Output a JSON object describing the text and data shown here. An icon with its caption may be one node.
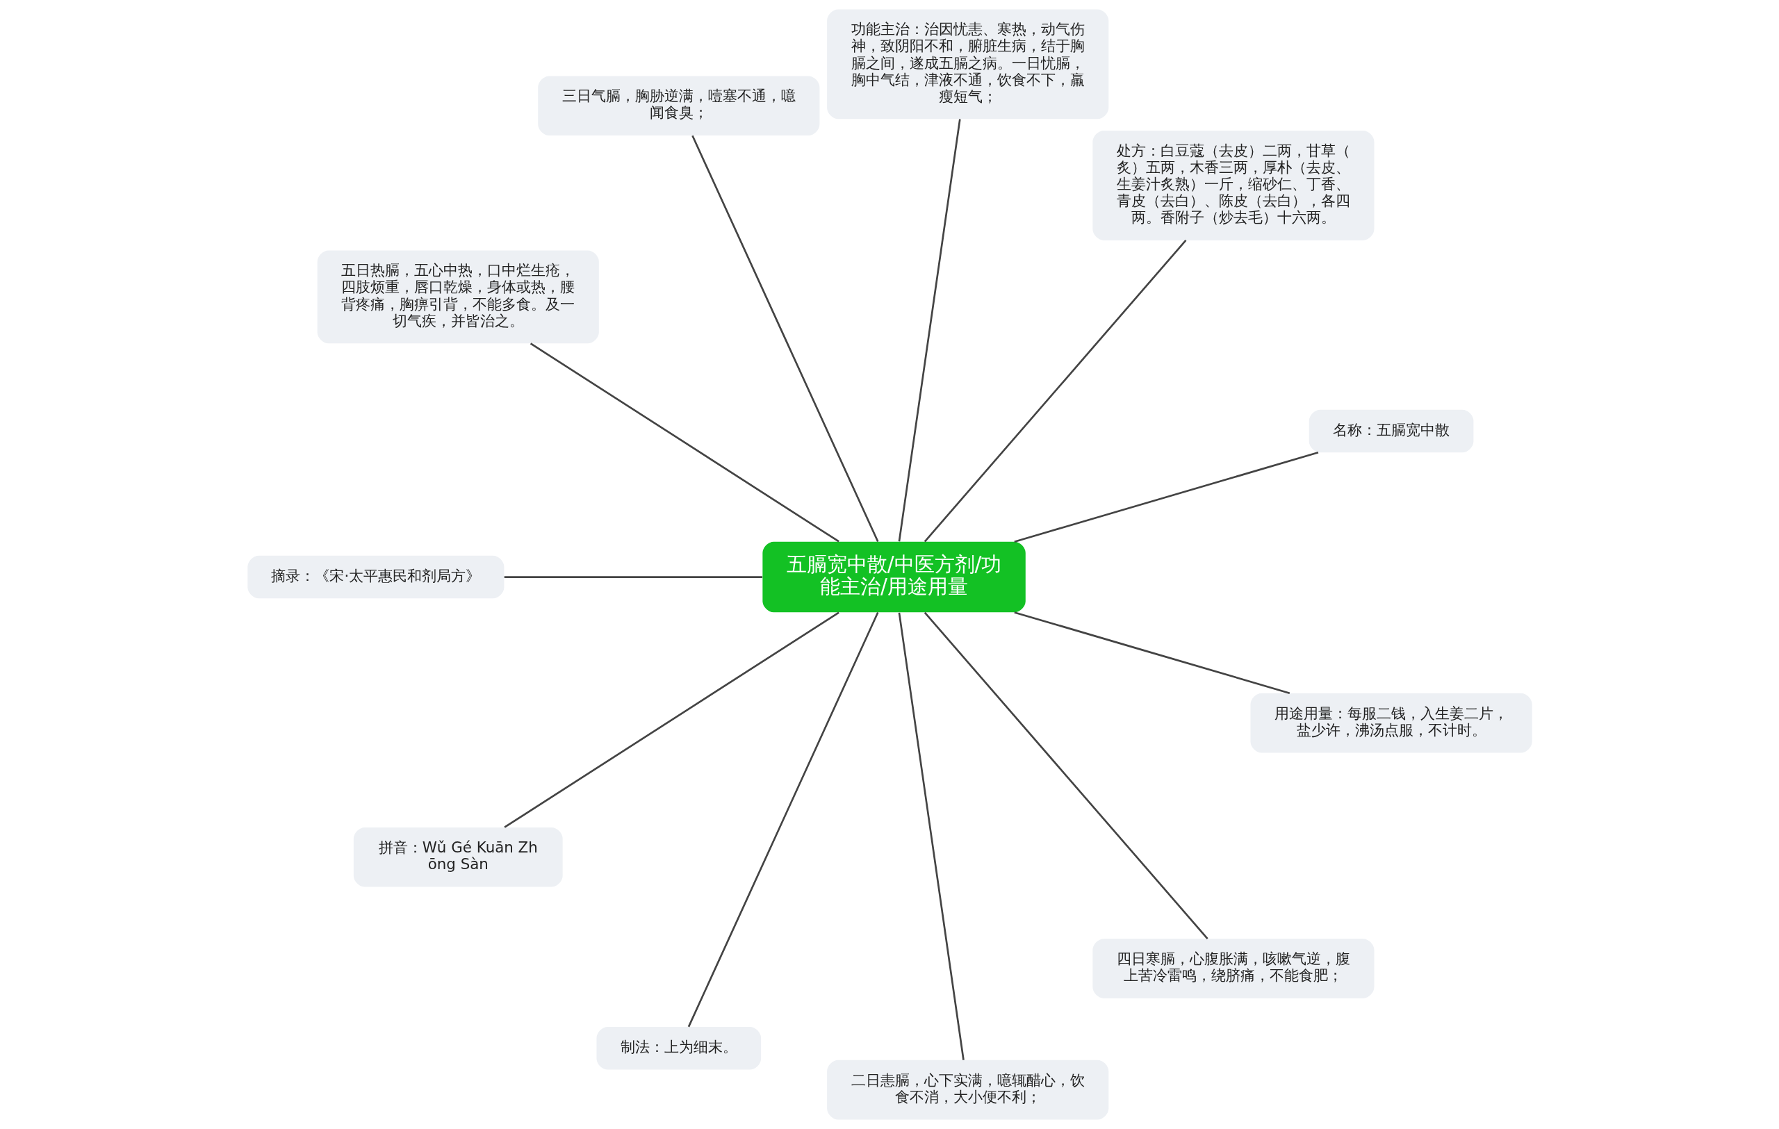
{
  "diagram": {
    "nodes": [
      {
        "text": [
          "五膈宽中散/中医方剂/功能主治/用途用量"
        ]
      },
      {
        "text": [
          "名称：五膈宽中散"
        ]
      },
      {
        "text": [
          "处方：白豆蔻（去皮）二两，甘草（炙）五两，木香三两，厚朴（去皮、生姜汁炙熟）一斤，缩砂仁、丁香、青皮（去白）、陈皮（去白），各四两。香附子（炒去毛）十六两。"
        ]
      },
      {
        "text": [
          "功能主治：治因忧恚、寒热，动气伤神，致阴阳不和，腑脏生病，结于胸膈之间，遂成五膈之病。一日忧膈，胸中气结，津液不通，饮食不下，羸瘦短气；"
        ]
      },
      {
        "text": [
          "三日气膈，胸胁逆满，噎塞不通，噫闻食臭；"
        ]
      },
      {
        "text": [
          "五日热膈，五心中热，口中烂生疮，四肢烦重，唇口乾燥，身体或热，腰背疼痛，胸痹引背，不能多食。及一切气疾，并皆治之。"
        ]
      },
      {
        "text": [
          "摘录：《宋·太平惠民和剂局方》"
        ]
      },
      {
        "text": [
          "拼音：Wǔ Gé Kuān Zhōng Sàn"
        ]
      },
      {
        "text": [
          "制法：上为细末。"
        ]
      },
      {
        "text": [
          "二日恚膈，心下实满，噫辄醋心，饮食不消，大小便不利；"
        ]
      },
      {
        "text": [
          "四日寒膈，心腹胀满，咳嗽气逆，腹上苦冷雷鸣，绕脐痛，不能食肥；"
        ]
      },
      {
        "text": [
          "用途用量：每服二钱，入生姜二片，盐少许，沸汤点服，不计时。"
        ]
      }
    ],
    "edges": [
      {
        "from": 0,
        "to": 1,
        "arrow": "none"
      },
      {
        "from": 0,
        "to": 2,
        "arrow": "none"
      },
      {
        "from": 0,
        "to": 3,
        "arrow": "none"
      },
      {
        "from": 0,
        "to": 4,
        "arrow": "none"
      },
      {
        "from": 0,
        "to": 5,
        "arrow": "none"
      },
      {
        "from": 0,
        "to": 6,
        "arrow": "none"
      },
      {
        "from": 0,
        "to": 7,
        "arrow": "none"
      },
      {
        "from": 0,
        "to": 8,
        "arrow": "none"
      },
      {
        "from": 0,
        "to": 9,
        "arrow": "none"
      },
      {
        "from": 0,
        "to": 10,
        "arrow": "none"
      },
      {
        "from": 0,
        "to": 11,
        "arrow": "none"
      }
    ]
  }
}
